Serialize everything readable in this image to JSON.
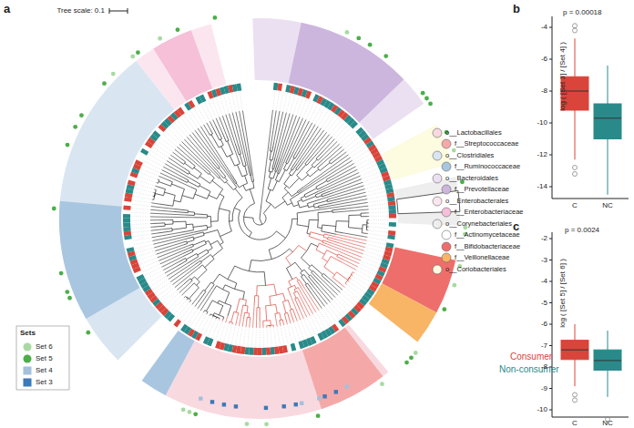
{
  "diagram": {
    "labels": [
      "a",
      "Tree scale: 0.1",
      "Sets",
      "Consumer",
      "Non-consumer",
      "b",
      "p = 0.00018",
      "log ( [Set 3] / [Set 4] )",
      "-4",
      "-6",
      "-8",
      "-10",
      "-12",
      "-14",
      "C",
      "NC",
      "c",
      "p = 0.0024",
      "log ( [Set 5] / [Set 6] )",
      "-2",
      "-3",
      "-4",
      "-5",
      "-6",
      "-7",
      "-8",
      "-9",
      "-10",
      "C",
      "NC"
    ],
    "legend": [
      {
        "text": "o__Lactobacillales",
        "color": "#f9d9e0"
      },
      {
        "text": "f__Streptococcaceae",
        "color": "#f4a9a8"
      },
      {
        "text": "o__Clostridiales",
        "color": "#d9e6f2"
      },
      {
        "text": "f__Ruminococcaceae",
        "color": "#a9c6e0"
      },
      {
        "text": "o__Bacteroidales",
        "color": "#ebe0f1"
      },
      {
        "text": "f__Prevotellaceae",
        "color": "#cdb6de"
      },
      {
        "text": "o__Enterobacterales",
        "color": "#fbe6ef"
      },
      {
        "text": "f__Enterobacteriaceae",
        "color": "#f5c0d8"
      },
      {
        "text": "o__Corynebacteriales",
        "color": "#eeeeee"
      },
      {
        "text": "f__Actinomycetaceae",
        "color": "#ffffff"
      },
      {
        "text": "f__Bifidobacteriaceae",
        "color": "#ee6e6c"
      },
      {
        "text": "f__Veillonellaceae",
        "color": "#f8b565"
      },
      {
        "text": "o__Coriobacteriales",
        "color": "#fdfbe0"
      },
      {
        "text": "Set 6",
        "color": "#a8d9a2"
      },
      {
        "text": "Set 5",
        "color": "#4cae4a"
      },
      {
        "text": "Set 4",
        "color": "#a3c1dd"
      },
      {
        "text": "Set 3",
        "color": "#3b79b9"
      }
    ]
  }
}
